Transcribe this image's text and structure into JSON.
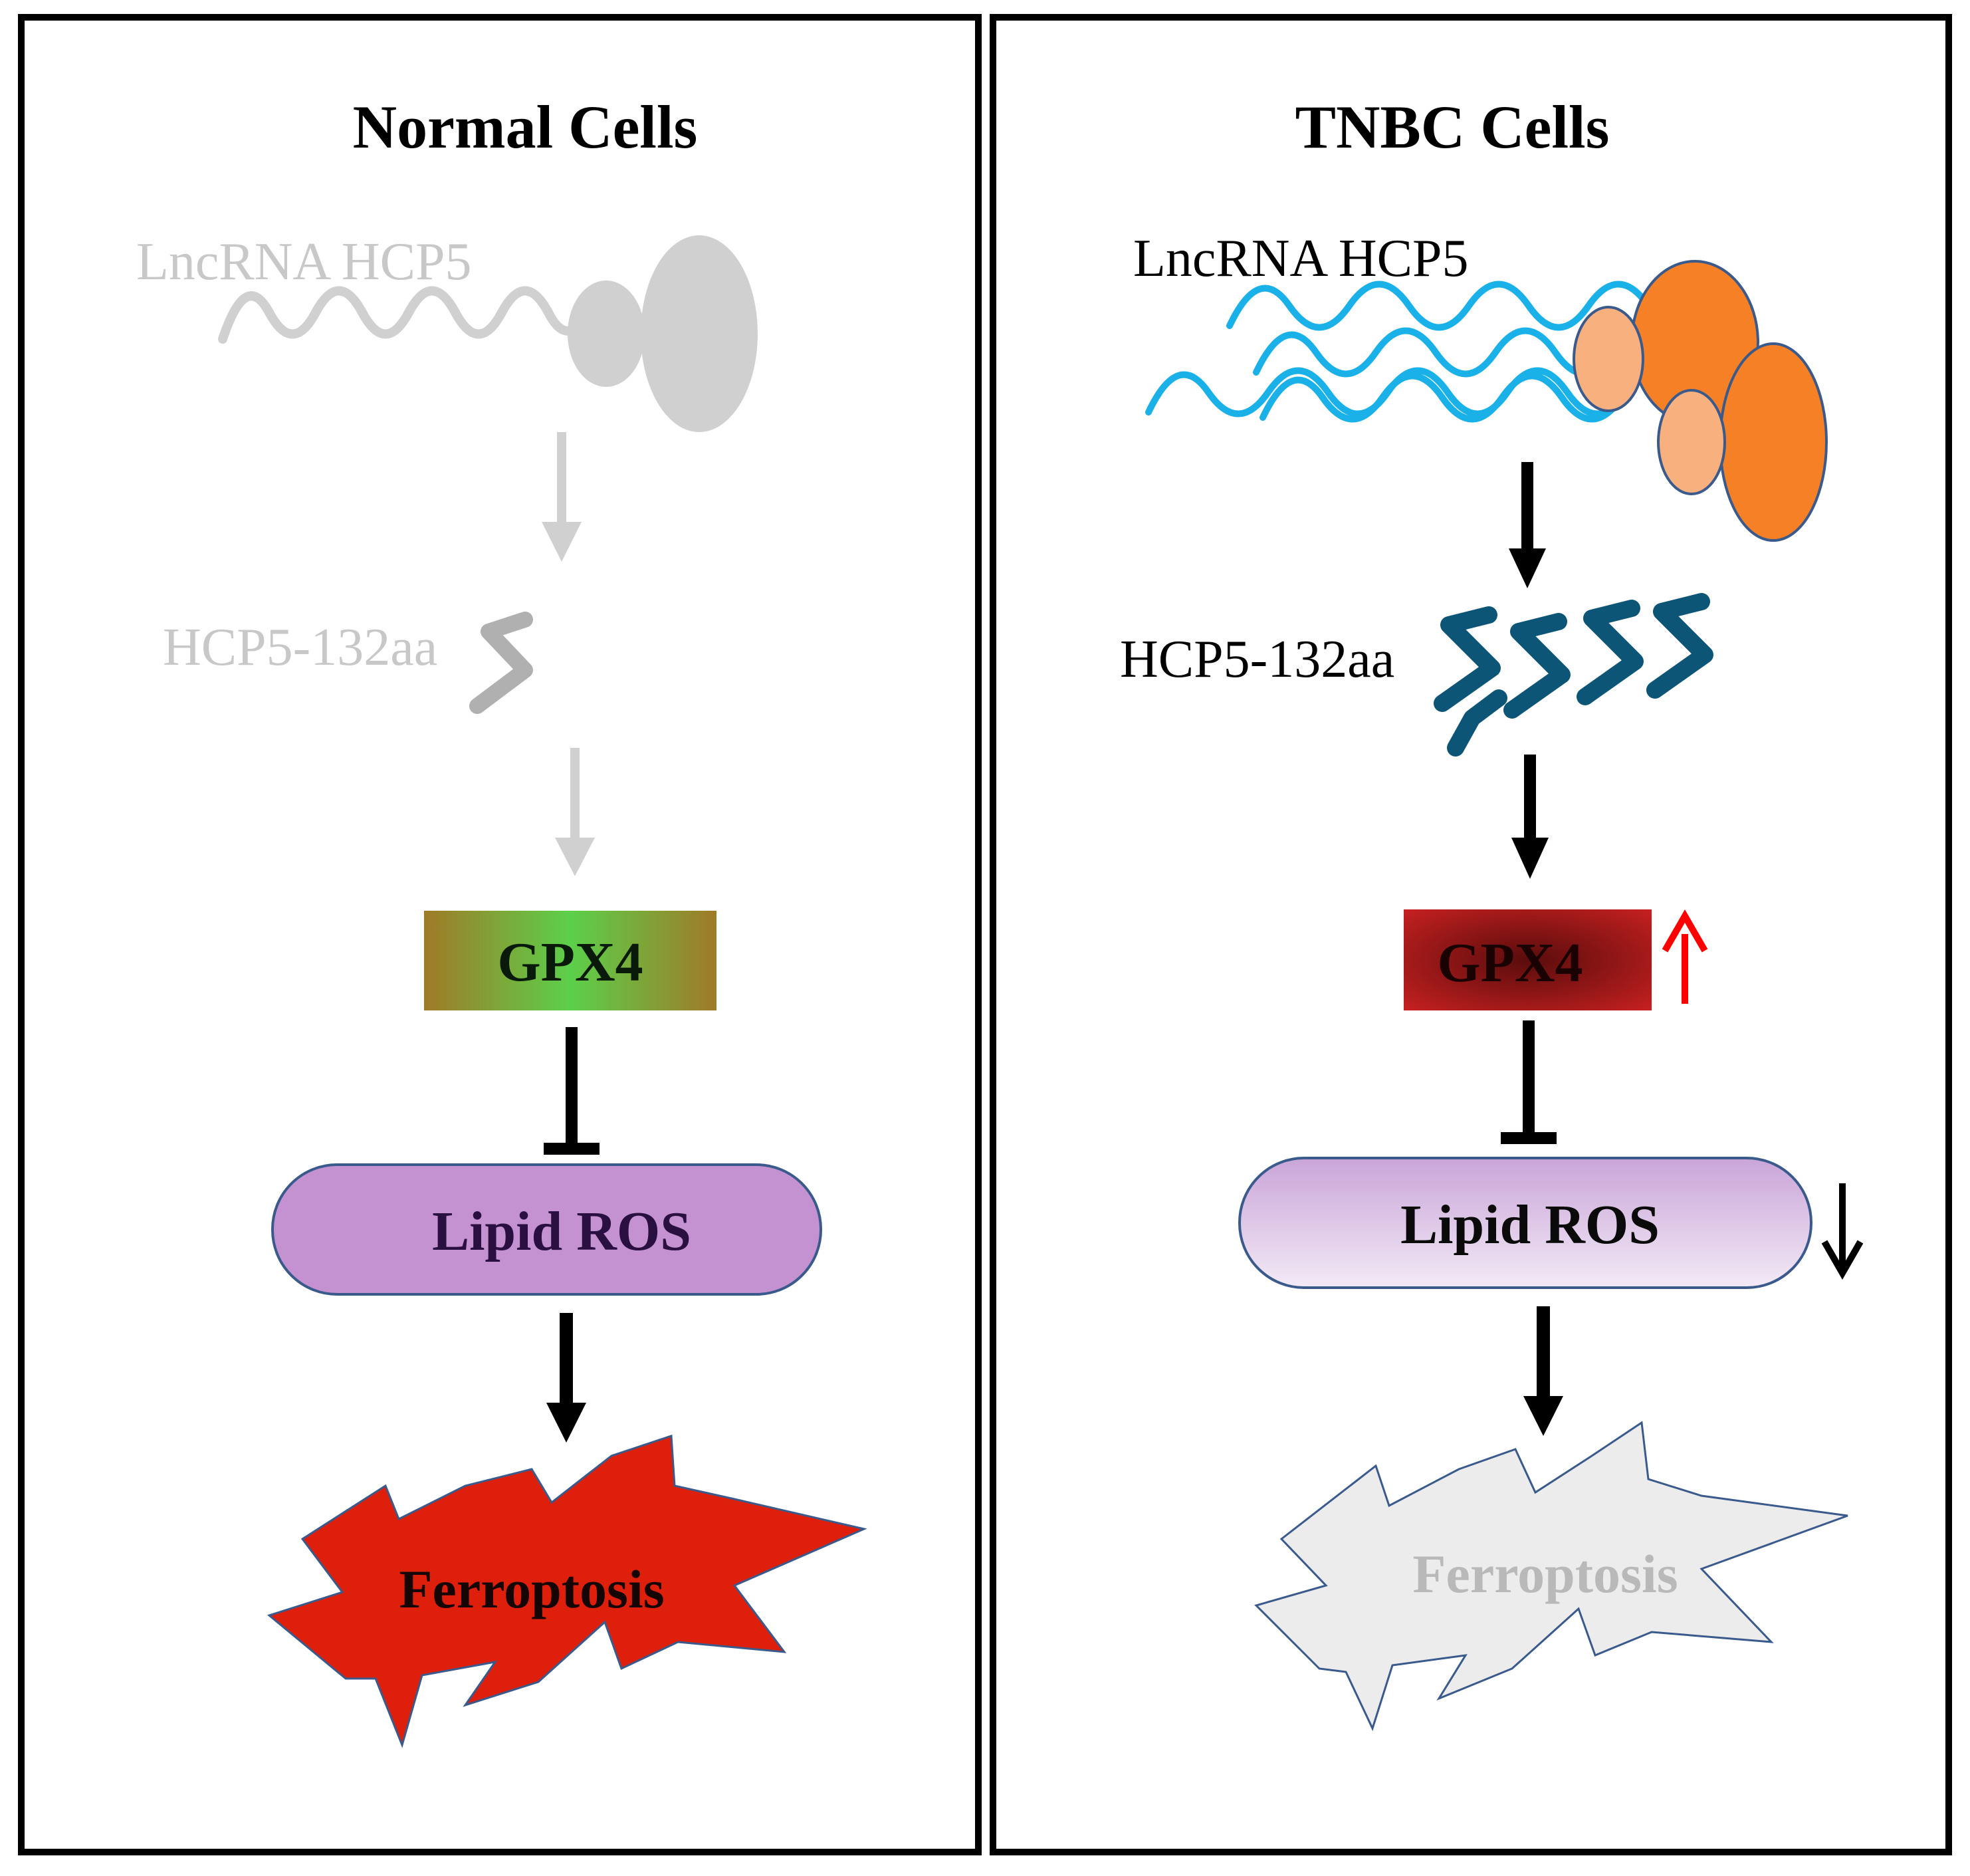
{
  "colors": {
    "faded": "#d0d0d0",
    "faded_text": "#c8c8c8",
    "rna_blue": "#1ab0e8",
    "ribosome_dark": "#f58026",
    "ribosome_light": "#f8b07e",
    "ribosome_stroke": "#3a5a8c",
    "peptide": "#0d5577",
    "gpx4_normal_edge": "#a07a26",
    "gpx4_normal_center": "#5cd04a",
    "gpx4_tnbc_edge": "#c62020",
    "gpx4_tnbc_center": "#5a0c0c",
    "lipid_normal": "#c492d0",
    "lipid_tnbc_top": "#c9a5d8",
    "lipid_tnbc_bottom": "#f3eaf6",
    "lipid_stroke": "#3a5a8c",
    "ferro_normal": "#dd1f0c",
    "ferro_tnbc": "#ececec",
    "up_arrow": "#ff0000",
    "black": "#000000"
  },
  "panels": {
    "normal": {
      "title": "Normal Cells",
      "lncrna_label": "LncRNA HCP5",
      "peptide_label": "HCP5-132aa",
      "gpx4_label": "GPX4",
      "lipid_label": "Lipid ROS",
      "ferroptosis_label": "Ferroptosis"
    },
    "tnbc": {
      "title": "TNBC Cells",
      "lncrna_label": "LncRNA HCP5",
      "peptide_label": "HCP5-132aa",
      "gpx4_label": "GPX4",
      "lipid_label": "Lipid ROS",
      "ferroptosis_label": "Ferroptosis"
    }
  }
}
